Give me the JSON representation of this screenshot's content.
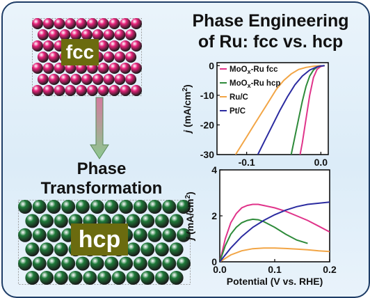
{
  "title": {
    "line1": "Phase Engineering",
    "line2": "of Ru: fcc vs. hcp"
  },
  "lattice_top": {
    "label": "fcc",
    "color": "#e8247c"
  },
  "lattice_bottom": {
    "label": "hcp",
    "color": "#1f7a3a"
  },
  "transformation": {
    "line1": "Phase",
    "line2": "Transformation"
  },
  "colors": {
    "frame": "#1d3c66",
    "label_box": "#6b6b0f",
    "arrow_top": "#d47aa0",
    "arrow_bottom": "#8bc98f"
  },
  "chart_data": [
    {
      "type": "line",
      "title": "",
      "ylabel_prefix": "j",
      "ylabel": "(mA/cm",
      "ylabel_sup": "2",
      "ylabel_suffix": ")",
      "xlim": [
        -0.14,
        0.01
      ],
      "ylim": [
        -30,
        1
      ],
      "xticks": [
        "-0.1",
        "0.0"
      ],
      "yticks": [
        "0",
        "-10",
        "-20",
        "-30"
      ],
      "legend": [
        {
          "name": "MoOx-Ru fcc",
          "text": "MoO",
          "sub": "x",
          "rest": "-Ru fcc",
          "color": "#e0338a"
        },
        {
          "name": "MoOx-Ru hcp",
          "text": "MoO",
          "sub": "x",
          "rest": "-Ru hcp",
          "color": "#2e8b3a"
        },
        {
          "name": "Ru/C",
          "text": "Ru/C",
          "sub": "",
          "rest": "",
          "color": "#f2a545"
        },
        {
          "name": "Pt/C",
          "text": "Pt/C",
          "sub": "",
          "rest": "",
          "color": "#2b2ba0"
        }
      ],
      "series": [
        {
          "name": "MoOx-Ru fcc",
          "color": "#e0338a",
          "x": [
            -0.028,
            -0.025,
            -0.02,
            -0.015,
            -0.01,
            -0.005,
            0.0,
            0.005
          ],
          "y": [
            -30,
            -26,
            -18,
            -10,
            -4,
            -1.2,
            -0.3,
            0
          ]
        },
        {
          "name": "MoOx-Ru hcp",
          "color": "#2e8b3a",
          "x": [
            -0.04,
            -0.035,
            -0.03,
            -0.025,
            -0.02,
            -0.015,
            -0.01,
            -0.005,
            0.0,
            0.005
          ],
          "y": [
            -30,
            -24,
            -18,
            -12,
            -7,
            -3.5,
            -1.5,
            -0.5,
            -0.1,
            0
          ]
        },
        {
          "name": "Ru/C",
          "color": "#f2a545",
          "x": [
            -0.115,
            -0.1,
            -0.09,
            -0.08,
            -0.07,
            -0.06,
            -0.05,
            -0.04,
            -0.03,
            -0.02,
            -0.01,
            0.0
          ],
          "y": [
            -30,
            -24,
            -20,
            -16,
            -12,
            -8,
            -5,
            -2.8,
            -1.3,
            -0.6,
            -0.2,
            0
          ]
        },
        {
          "name": "Pt/C",
          "color": "#2b2ba0",
          "x": [
            -0.085,
            -0.075,
            -0.065,
            -0.055,
            -0.045,
            -0.035,
            -0.025,
            -0.015,
            -0.005,
            0.0,
            0.005
          ],
          "y": [
            -30,
            -25,
            -20,
            -15,
            -10.5,
            -6.5,
            -3.5,
            -1.5,
            -0.4,
            -0.1,
            0
          ]
        }
      ]
    },
    {
      "type": "line",
      "title": "",
      "xlabel": "Potential (V vs. RHE)",
      "ylabel_prefix": "j",
      "ylabel": "(mA/cm",
      "ylabel_sup": "2",
      "ylabel_suffix": ")",
      "xlim": [
        0.0,
        0.2
      ],
      "ylim": [
        0,
        4
      ],
      "xticks": [
        "0.0",
        "0.1",
        "0.2"
      ],
      "yticks": [
        "0",
        "2",
        "4"
      ],
      "series": [
        {
          "name": "MoOx-Ru fcc",
          "color": "#e0338a",
          "x": [
            0.0,
            0.01,
            0.02,
            0.03,
            0.04,
            0.05,
            0.06,
            0.07,
            0.08,
            0.1,
            0.12,
            0.14,
            0.16,
            0.18,
            0.2
          ],
          "y": [
            0.0,
            1.0,
            1.7,
            2.1,
            2.35,
            2.45,
            2.5,
            2.5,
            2.45,
            2.35,
            2.2,
            2.0,
            1.8,
            1.55,
            1.3
          ]
        },
        {
          "name": "MoOx-Ru hcp",
          "color": "#2e8b3a",
          "x": [
            0.0,
            0.01,
            0.02,
            0.03,
            0.04,
            0.05,
            0.06,
            0.07,
            0.08,
            0.1,
            0.12,
            0.14,
            0.16
          ],
          "y": [
            0.0,
            0.7,
            1.2,
            1.5,
            1.7,
            1.8,
            1.85,
            1.83,
            1.75,
            1.5,
            1.2,
            0.95,
            0.8
          ]
        },
        {
          "name": "Ru/C",
          "color": "#f2a545",
          "x": [
            0.0,
            0.02,
            0.04,
            0.06,
            0.08,
            0.1,
            0.12,
            0.14,
            0.16,
            0.18,
            0.2
          ],
          "y": [
            0.0,
            0.3,
            0.48,
            0.57,
            0.6,
            0.6,
            0.58,
            0.55,
            0.52,
            0.48,
            0.45
          ]
        },
        {
          "name": "Pt/C",
          "color": "#2b2ba0",
          "x": [
            0.0,
            0.02,
            0.04,
            0.06,
            0.08,
            0.1,
            0.12,
            0.14,
            0.16,
            0.18,
            0.2
          ],
          "y": [
            0.0,
            0.6,
            1.1,
            1.5,
            1.8,
            2.05,
            2.25,
            2.4,
            2.5,
            2.55,
            2.6
          ]
        }
      ]
    }
  ]
}
